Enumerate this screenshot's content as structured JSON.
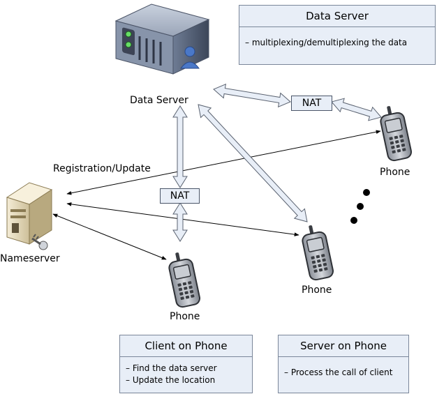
{
  "nodes": {
    "data_server_label": "Data Server",
    "nameserver_label": "Nameserver",
    "phone_top_right_label": "Phone",
    "phone_middle_label": "Phone",
    "phone_bottom_label": "Phone",
    "nat_top_label": "NAT",
    "nat_left_label": "NAT",
    "registration_label": "Registration/Update"
  },
  "boxes": {
    "data_server": {
      "title": "Data Server",
      "lines": [
        "– multiplexing/demultiplexing the data"
      ]
    },
    "client_on_phone": {
      "title": "Client on Phone",
      "lines": [
        "– Find the data server",
        "– Update the location"
      ]
    },
    "server_on_phone": {
      "title": "Server on Phone",
      "lines": [
        "– Process the call of client"
      ]
    }
  },
  "colors": {
    "box_fill": "#e8eef7",
    "box_border": "#7a8699",
    "arrow_fill": "#e8eef7",
    "arrow_stroke": "#5a6270",
    "line": "#000000"
  },
  "icons": {
    "server": "server-rack-icon",
    "nameserver": "nameserver-key-icon",
    "phone": "mobile-phone-icon"
  }
}
